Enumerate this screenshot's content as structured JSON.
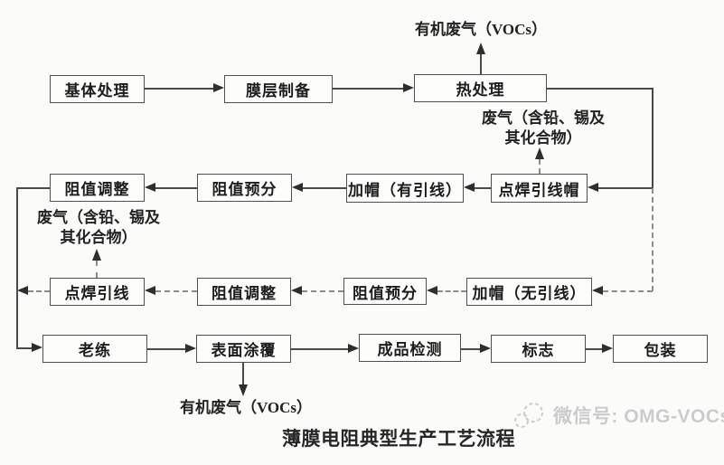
{
  "diagram": {
    "title": "薄膜电阻典型生产工艺流程",
    "nodes": [
      {
        "label": "基体处理"
      },
      {
        "label": "膜层制备"
      },
      {
        "label": "热处理"
      },
      {
        "label": "阻值调整"
      },
      {
        "label": "阻值预分"
      },
      {
        "label": "加帽（有引线）"
      },
      {
        "label": "点焊引线帽"
      },
      {
        "label": "点焊引线"
      },
      {
        "label": "阻值调整"
      },
      {
        "label": "阻值预分"
      },
      {
        "label": "加帽（无引线）"
      },
      {
        "label": "老练"
      },
      {
        "label": "表面涂覆"
      },
      {
        "label": "成品检测"
      },
      {
        "label": "标志"
      },
      {
        "label": "包装"
      }
    ],
    "annotations": {
      "vocs_top": "有机废气（VOCs）",
      "waste_top_line1": "废气（含铅、锡及",
      "waste_top_line2": "其化合物）",
      "waste_left_line1": "废气（含铅、锡及",
      "waste_left_line2": "其化合物）",
      "vocs_bottom": "有机废气（VOCs）"
    },
    "watermark": {
      "icon": "wechat-icon",
      "text": "微信号: OMG-VOCs",
      "color": "#cbcbcb"
    },
    "colors": {
      "solid_line": "#4a4a4a",
      "dashed_line": "#8c8c8c",
      "box_border": "#4f4f4f",
      "text": "#1c1c1c"
    }
  }
}
